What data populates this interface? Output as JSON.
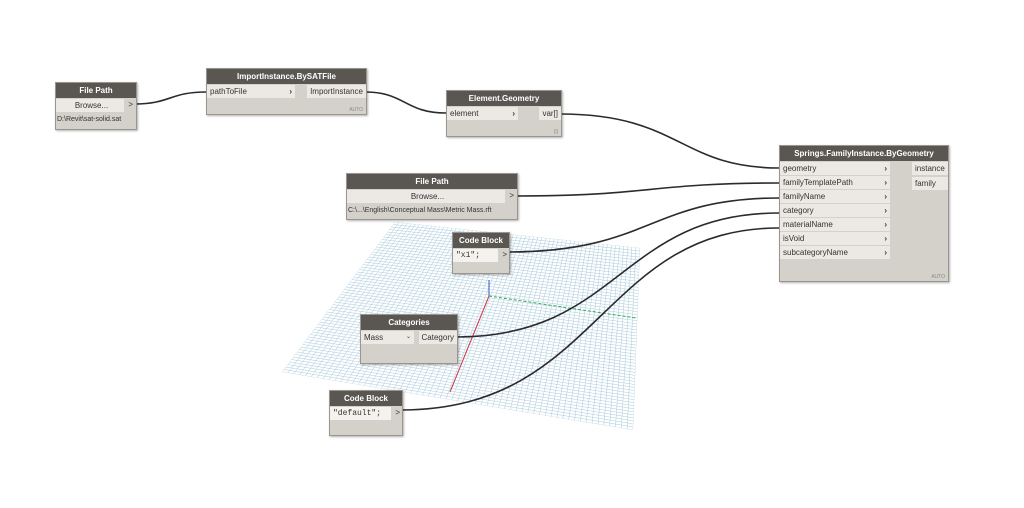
{
  "nodes": {
    "file_path_1": {
      "title": "File Path",
      "button": "Browse...",
      "port": ">",
      "value": "D:\\Revit\\sat-solid.sat"
    },
    "import_instance": {
      "title": "ImportInstance.BySATFile",
      "input": "pathToFile",
      "output": "ImportInstance",
      "lacing": "AUTO"
    },
    "element_geometry": {
      "title": "Element.Geometry",
      "input": "element",
      "output": "var[]",
      "lacing": "|||"
    },
    "springs": {
      "title": "Springs.FamilyInstance.ByGeometry",
      "inputs": [
        "geometry",
        "familyTemplatePath",
        "familyName",
        "category",
        "materialName",
        "isVoid",
        "subcategoryName"
      ],
      "outputs": [
        "instance",
        "family"
      ],
      "lacing": "AUTO"
    },
    "file_path_2": {
      "title": "File Path",
      "button": "Browse...",
      "port": ">",
      "value": "C:\\...\\English\\Conceptual Mass\\Metric Mass.rft"
    },
    "code_block_1": {
      "title": "Code Block",
      "code": "\"x1\";",
      "port": ">"
    },
    "categories": {
      "title": "Categories",
      "selected": "Mass",
      "output": "Category"
    },
    "code_block_2": {
      "title": "Code Block",
      "code": "\"default\";",
      "port": ">"
    }
  },
  "colors": {
    "header": "#5a5753",
    "node": "#d4d0ca",
    "wire": "#2b2b2b",
    "grid": "#9fc3d4"
  }
}
